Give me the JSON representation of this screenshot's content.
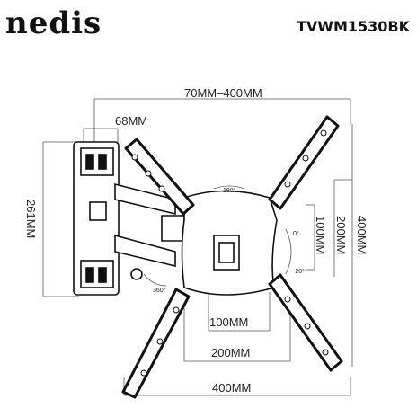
{
  "brand": "nedis",
  "model_code": "TVWM1530BK",
  "dimensions": {
    "top_width_range": "70MM–400MM",
    "arm_width": "68MM",
    "wall_plate_height": "261MM",
    "vesa_v_small": "100MM",
    "vesa_v_mid": "200MM",
    "vesa_v_large": "400MM",
    "vesa_h_small": "100MM",
    "vesa_h_mid": "200MM",
    "vesa_h_large": "400MM"
  },
  "angles": {
    "rotation_180": "180°",
    "swivel_360": "360°",
    "tilt_up": "0°",
    "tilt_down": "-20°"
  }
}
